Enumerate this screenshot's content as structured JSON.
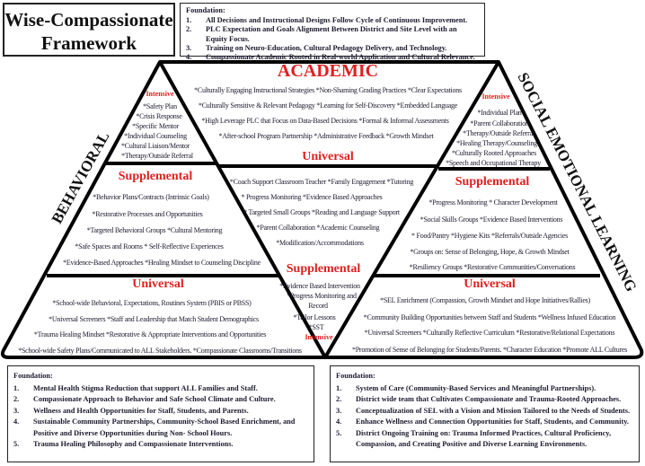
{
  "title": {
    "line1": "Wise-Compassionate",
    "line2": "Framework"
  },
  "academic_foundation": {
    "heading": "Foundation:",
    "items": [
      {
        "num": "1.",
        "text": "All Decisions and Instructional Designs Follow Cycle of Continuous Improvement."
      },
      {
        "num": "2.",
        "text": "PLC Expectation and Goals Alignment Between District and Site Level with an Equity Focus."
      },
      {
        "num": "3.",
        "text": "Training on Neuro-Education, Cultural Pedagogy Delivery, and Technology."
      },
      {
        "num": "4.",
        "text": "Compassionate Academic Rooted in Real-world Application and Cultural Relevance."
      }
    ]
  },
  "academic": {
    "label": "ACADEMIC",
    "top": [
      "*Culturally Engaging Instructional Strategies  *Non-Shaming Grading Practices *Clear Expectations",
      "*Culturally Sensitive & Relevant Pedagogy  *Learning for Self-Discovery *Embedded Language",
      "*High Leverage PLC that Focus on Data-Based Decisions *Formal & Informal Assessments",
      "*After-school Program Partnership *Administrative Feedback *Growth Mindset"
    ],
    "universal_heading": "Universal",
    "universal": [
      "*Coach Support Classroom Teacher *Family Engagement *Tutoring",
      "* Progress Monitoring  *Evidence Based Approaches",
      "* Targeted Small Groups *Reading and Language Support",
      "*Parent Collaboration  *Academic Counseling",
      "*Modification/Accommodations"
    ],
    "supplemental_heading": "Supplemental",
    "supplemental": [
      "*Evidence Based Intervention",
      "*Progress Monitoring and",
      "Record",
      "*Tailor Lessons",
      "*SST"
    ],
    "intensive_heading": "Intensive"
  },
  "behavioral": {
    "label": "BEHAVIORAL",
    "intensive_heading": "Intensive",
    "intensive": [
      "*Safety Plan",
      "*Crisis Response",
      "*Specific Mentor",
      "*Individual Counseling",
      "*Cultural Liaison/Mentor",
      "*Therapy/Outside Referral"
    ],
    "supplemental_heading": "Supplemental",
    "supplemental": [
      "*Behavior Plans/Contracts (Intrinsic Goals)",
      "*Restorative Processes and Opportunities",
      "*Targeted Behavioral Groups   *Cultural Mentoring",
      "*Safe Spaces and Rooms  *  Self-Reflective Experiences",
      "*Evidence-Based Approaches *Healing Mindset to Counseling Discipline"
    ],
    "universal_heading": "Universal",
    "universal": [
      "*School-wide Behavioral, Expectations, Routines System (PBIS or PBSS)",
      "*Universal Screeners  *Staff and Leadership that Match Student Demographics",
      "*Trauma Healing Mindset  *Restorative & Appropriate Interventions and Opportunities",
      "*School-wide Safety Plans/Communicated to ALL Stakeholders. *Compassionate Classrooms/Transitions"
    ]
  },
  "sel": {
    "label": "SOCIAL EMOTIONAL LEARNING",
    "intensive_heading": "Intensive",
    "intensive": [
      "*Individual Plan",
      "*Parent Collaboration",
      "*Therapy/Outside Referral",
      "*Healing Therapy/Counseling",
      "*Culturally Rooted Approaches",
      "*Speech and Occupational Therapy"
    ],
    "supplemental_heading": "Supplemental",
    "supplemental": [
      "*Progress Monitoring * Character Development",
      "*Social Skills Groups *Evidence Based Interventions",
      "* Food/Pantry *Hygiene Kits *Referrals/Outside Agencies",
      "*Groups on: Sense of Belonging, Hope, & Growth Mindset",
      "*Resiliency Groups *Restorative Communities/Conversations"
    ],
    "universal_heading": "Universal",
    "universal": [
      "*SEL Enrichment (Compassion, Growth Mindset and Hope Initiatives/Rallies)",
      "*Community Building Opportunities between Staff and Students *Wellness Infused Education",
      "*Universal Screeners *Culturally Reflective Curriculum *Restorative/Relational Expectations",
      "*Promotion of Sense of Belonging for Students/Parents. *Character Education *Promote ALL Cultures"
    ]
  },
  "behavioral_foundation": {
    "heading": "Foundation:",
    "items": [
      {
        "num": "1.",
        "text": "Mental Health Stigma Reduction that  support ALL Families and Staff."
      },
      {
        "num": "2.",
        "text": "Compassionate Approach to Behavior and Safe School Climate and Culture."
      },
      {
        "num": "3.",
        "text": "Wellness and Health Opportunities for Staff, Students, and Parents."
      },
      {
        "num": "4.",
        "text": "Sustainable Community  Partnerships, Community-School Based Enrichment, and Positive and Diverse Opportunities during Non- School Hours."
      },
      {
        "num": "5.",
        "text": "Trauma Healing Philosophy and Compassionate Interventions."
      }
    ]
  },
  "sel_foundation": {
    "heading": "Foundation:",
    "items": [
      {
        "num": "1.",
        "text": "System of Care (Community-Based Services and  Meaningful Partnerships)."
      },
      {
        "num": "2.",
        "text": "District wide team that Cultivates Compassionate and Trauma-Rooted Approaches."
      },
      {
        "num": "3.",
        "text": "Conceptualization of SEL with a Vision and Mission Tailored to the Needs of Students."
      },
      {
        "num": "4.",
        "text": "Enhance Wellness and Connection Opportunities for Staff, Students, and Community."
      },
      {
        "num": "5.",
        "text": "District Ongoing Training on: Trauma Informed Practices, Cultural Proficiency, Compassion, and Creating Positive and Diverse Learning Environments."
      }
    ]
  },
  "colors": {
    "heading_red": "#e02020",
    "line": "#000000"
  }
}
